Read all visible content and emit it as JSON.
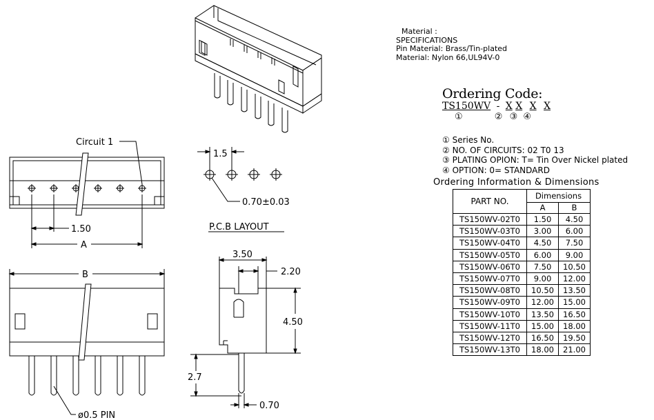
{
  "spec": {
    "material_label": "Material :",
    "specifications": "SPECIFICATIONS",
    "pin_material": "Pin Material: Brass/Tin-plated",
    "material": "Material: Nylon 66,UL94V-0"
  },
  "ordering": {
    "title": "Ordering Code:",
    "prefix": "TS150WV",
    "dash": "-",
    "code_chars": [
      "X",
      "X",
      "X",
      "X"
    ],
    "markers": [
      "①",
      "②",
      "③",
      "④"
    ]
  },
  "legend": [
    {
      "num": "①",
      "text": "Series No."
    },
    {
      "num": "②",
      "text": "NO. OF CIRCUITS: 02 T0 13"
    },
    {
      "num": "③",
      "text": "PLATING OPION: T= Tin Over Nickel plated"
    },
    {
      "num": "④",
      "text": "OPTION: 0= STANDARD"
    }
  ],
  "info_title": "Ordering Information & Dimensions",
  "table": {
    "part_header": "PART NO.",
    "dim_header": "Dimensions",
    "col_a": "A",
    "col_b": "B",
    "rows": [
      {
        "part": "TS150WV-02T0",
        "a": "1.50",
        "b": "4.50"
      },
      {
        "part": "TS150WV-03T0",
        "a": "3.00",
        "b": "6.00"
      },
      {
        "part": "TS150WV-04T0",
        "a": "4.50",
        "b": "7.50"
      },
      {
        "part": "TS150WV-05T0",
        "a": "6.00",
        "b": "9.00"
      },
      {
        "part": "TS150WV-06T0",
        "a": "7.50",
        "b": "10.50"
      },
      {
        "part": "TS150WV-07T0",
        "a": "9.00",
        "b": "12.00"
      },
      {
        "part": "TS150WV-08T0",
        "a": "10.50",
        "b": "13.50"
      },
      {
        "part": "TS150WV-09T0",
        "a": "12.00",
        "b": "15.00"
      },
      {
        "part": "TS150WV-10T0",
        "a": "13.50",
        "b": "16.50"
      },
      {
        "part": "TS150WV-11T0",
        "a": "15.00",
        "b": "18.00"
      },
      {
        "part": "TS150WV-12T0",
        "a": "16.50",
        "b": "19.50"
      },
      {
        "part": "TS150WV-13T0",
        "a": "18.00",
        "b": "21.00"
      }
    ]
  },
  "labels": {
    "circuit1": "Circuit 1",
    "dim_pitch": "1.50",
    "dim_a": "A",
    "dim_b": "B",
    "pin": "ø0.5 PIN",
    "pcb_pitch": "1.5",
    "pcb_hole": "0.70±0.03",
    "pcb_layout": "P.C.B LAYOUT",
    "side_350": "3.50",
    "side_220": "2.20",
    "side_450": "4.50",
    "side_27": "2.7",
    "side_070": "0.70"
  }
}
